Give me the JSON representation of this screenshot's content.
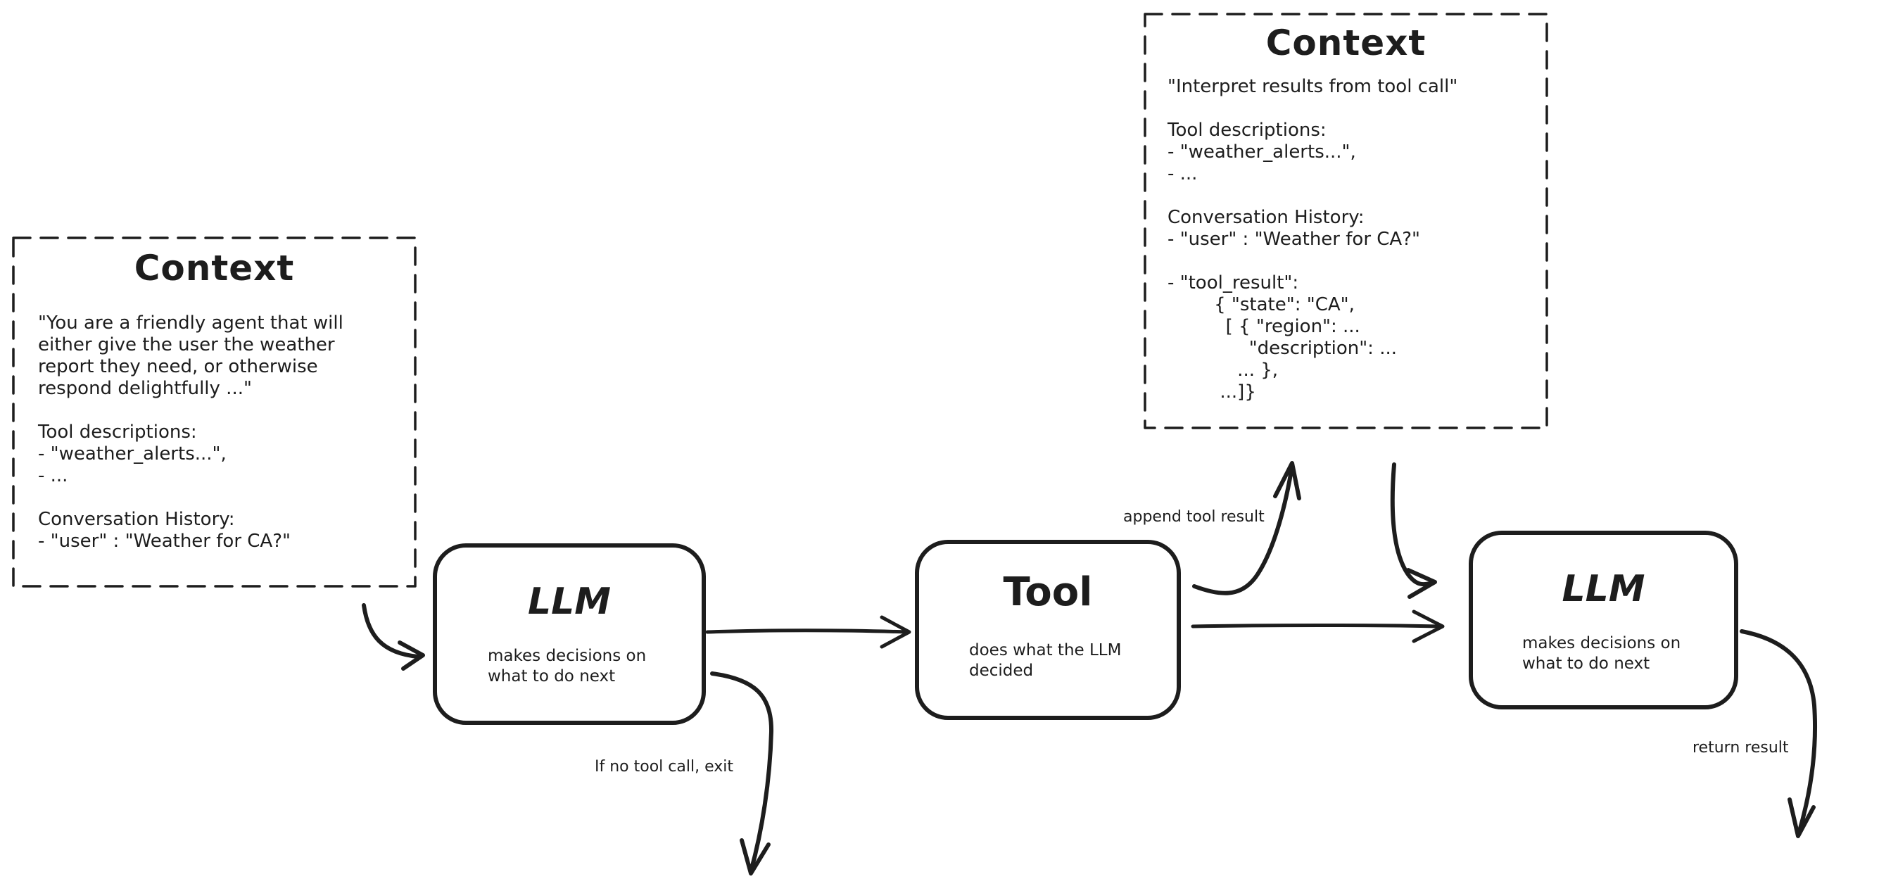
{
  "diagram": {
    "background": "#ffffff",
    "ink": "#1d1d1d"
  },
  "context_left": {
    "title": "Context",
    "lines": [
      "\"You are a friendly agent that will",
      "either give the user the weather",
      "report they need, or otherwise",
      "respond delightfully ...\"",
      "",
      "Tool descriptions:",
      "- \"weather_alerts...\",",
      "- ...",
      "",
      "Conversation History:",
      "- \"user\" : \"Weather for CA?\""
    ]
  },
  "context_top": {
    "title": "Context",
    "lines": [
      "\"Interpret results from tool call\"",
      "",
      "Tool descriptions:",
      "- \"weather_alerts...\",",
      "- ...",
      "",
      "Conversation History:",
      "- \"user\" : \"Weather for CA?\"",
      "",
      "- \"tool_result\":",
      "        { \"state\": \"CA\",",
      "          [ { \"region\": ...",
      "              \"description\": ...",
      "            ... },",
      "         ...]}"
    ]
  },
  "llm_1": {
    "title": "LLM",
    "subtitle": [
      "makes decisions on",
      "what to do next"
    ]
  },
  "tool": {
    "title": "Tool",
    "subtitle": [
      "does what the LLM",
      "decided"
    ]
  },
  "llm_2": {
    "title": "LLM",
    "subtitle": [
      "makes decisions on",
      "what to do next"
    ]
  },
  "labels": {
    "append_tool_result": "append tool result",
    "if_no_tool_call_exit": "If no tool call, exit",
    "return_result": "return result"
  }
}
